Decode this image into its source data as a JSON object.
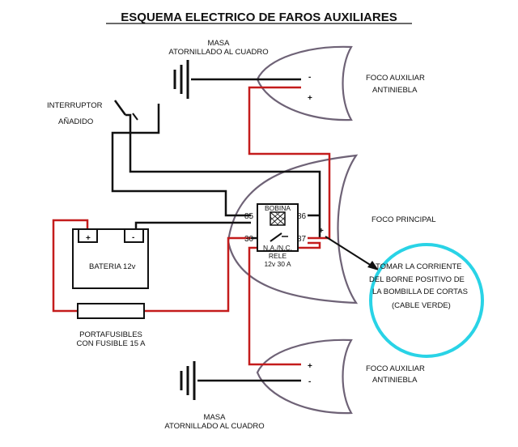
{
  "title": "ESQUEMA ELECTRICO DE FAROS AUXILIARES",
  "labels": {
    "masa_top_1": "MASA",
    "masa_top_2": "ATORNILLADO AL CUADRO",
    "masa_bottom_1": "MASA",
    "masa_bottom_2": "ATORNILLADO AL CUADRO",
    "interruptor_1": "INTERRUPTOR",
    "interruptor_2": "AÑADIDO",
    "foco_aux_top_1": "FOCO AUXILIAR",
    "foco_aux_top_2": "ANTINIEBLA",
    "foco_aux_bottom_1": "FOCO AUXILIAR",
    "foco_aux_bottom_2": "ANTINIEBLA",
    "foco_principal": "FOCO PRINCIPAL",
    "bateria": "BATERIA 12v",
    "portafusibles_1": "PORTAFUSIBLES",
    "portafusibles_2": "CON FUSIBLE 15 A",
    "bobina": "BOBINA",
    "relay_contact": "N.A./N.C.",
    "rele": "RELE",
    "rele_spec": "12v 30 A",
    "pin_85": "85",
    "pin_86": "86",
    "pin_30": "30",
    "pin_87": "87",
    "note_1": "TOMAR LA CORRIENTE",
    "note_2": "DEL BORNE POSITIVO DE",
    "note_3": "LA BOMBILLA DE CORTAS",
    "note_4": "(CABLE VERDE)",
    "minus": "-",
    "plus": "+"
  },
  "colors": {
    "wire_black": "#111111",
    "wire_red": "#c41c1c",
    "lamp_outline": "#6e6276",
    "highlight_circle": "#29d3e6"
  }
}
